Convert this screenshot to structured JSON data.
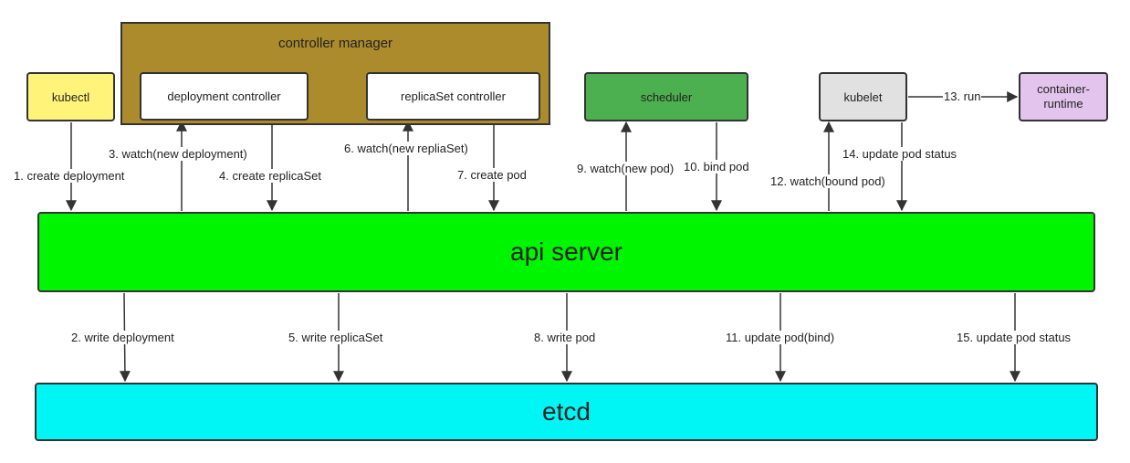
{
  "nodes": {
    "controller_manager": "controller manager",
    "kubectl": "kubectl",
    "deployment_controller": "deployment controller",
    "replicaset_controller": "replicaSet controller",
    "scheduler": "scheduler",
    "kubelet": "kubelet",
    "container_runtime": "container-\nruntime",
    "api_server": "api server",
    "etcd": "etcd"
  },
  "steps": {
    "s1": "1. create deployment",
    "s2": "2. write deployment",
    "s3": "3. watch(new deployment)",
    "s4": "4. create replicaSet",
    "s5": "5. write replicaSet",
    "s6": "6. watch(new repliaSet)",
    "s7": "7. create pod",
    "s8": "8. write pod",
    "s9": "9. watch(new pod)",
    "s10": "10. bind pod",
    "s11": "11. update pod(bind)",
    "s12": "12. watch(bound pod)",
    "s13": "13. run",
    "s14": "14. update pod status",
    "s15": "15. update pod status"
  },
  "colors": {
    "controller_manager": "#ac8b2c",
    "kubectl": "#fff37a",
    "scheduler": "#4caf50",
    "kubelet": "#e1e1e1",
    "container_runtime": "#e3c4ec",
    "api_server": "#00f500",
    "etcd": "#00f5f5"
  }
}
